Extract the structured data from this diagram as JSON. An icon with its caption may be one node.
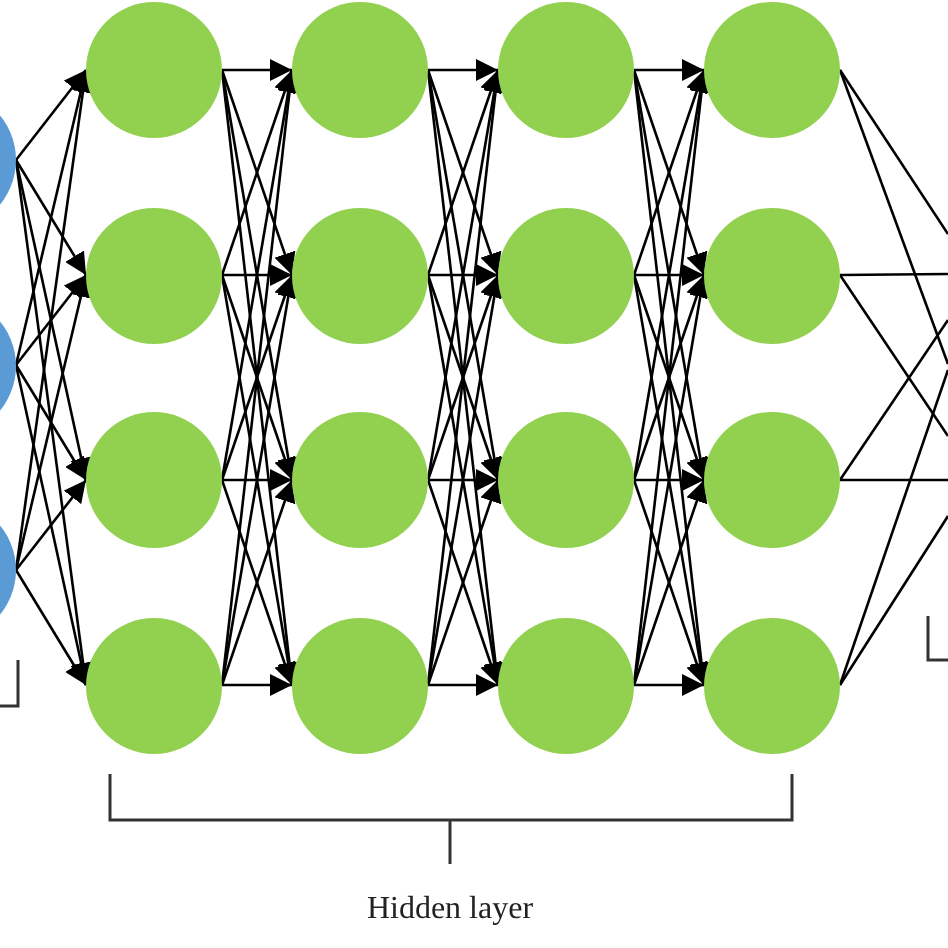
{
  "diagram": {
    "nodes": [
      {
        "text": [],
        "shape": "circle"
      },
      {
        "text": [],
        "shape": "circle"
      },
      {
        "text": [],
        "shape": "circle"
      },
      {
        "text": [],
        "shape": "circle"
      },
      {
        "text": [],
        "shape": "circle"
      },
      {
        "text": [],
        "shape": "circle"
      },
      {
        "text": [],
        "shape": "circle"
      },
      {
        "text": [],
        "shape": "circle"
      },
      {
        "text": [],
        "shape": "circle"
      },
      {
        "text": [],
        "shape": "circle"
      },
      {
        "text": [],
        "shape": "circle"
      },
      {
        "text": [],
        "shape": "circle"
      },
      {
        "text": [],
        "shape": "circle"
      },
      {
        "text": [],
        "shape": "circle"
      },
      {
        "text": [],
        "shape": "circle"
      },
      {
        "text": [],
        "shape": "circle"
      },
      {
        "text": [],
        "shape": "circle"
      },
      {
        "text": [],
        "shape": "circle"
      },
      {
        "text": [],
        "shape": "circle"
      }
    ],
    "edges": [
      {
        "from": 0,
        "to": 3,
        "arrow": "to"
      },
      {
        "from": 0,
        "to": 4,
        "arrow": "to"
      },
      {
        "from": 0,
        "to": 5,
        "arrow": "to"
      },
      {
        "from": 0,
        "to": 6,
        "arrow": "to"
      },
      {
        "from": 1,
        "to": 3,
        "arrow": "to"
      },
      {
        "from": 1,
        "to": 4,
        "arrow": "to"
      },
      {
        "from": 1,
        "to": 5,
        "arrow": "to"
      },
      {
        "from": 1,
        "to": 6,
        "arrow": "to"
      },
      {
        "from": 2,
        "to": 3,
        "arrow": "to"
      },
      {
        "from": 2,
        "to": 4,
        "arrow": "to"
      },
      {
        "from": 2,
        "to": 5,
        "arrow": "to"
      },
      {
        "from": 2,
        "to": 6,
        "arrow": "to"
      },
      {
        "from": 3,
        "to": 7,
        "arrow": "to"
      },
      {
        "from": 3,
        "to": 8,
        "arrow": "to"
      },
      {
        "from": 3,
        "to": 9,
        "arrow": "to"
      },
      {
        "from": 3,
        "to": 10,
        "arrow": "to"
      },
      {
        "from": 4,
        "to": 7,
        "arrow": "to"
      },
      {
        "from": 4,
        "to": 8,
        "arrow": "to"
      },
      {
        "from": 4,
        "to": 9,
        "arrow": "to"
      },
      {
        "from": 4,
        "to": 10,
        "arrow": "to"
      },
      {
        "from": 5,
        "to": 7,
        "arrow": "to"
      },
      {
        "from": 5,
        "to": 8,
        "arrow": "to"
      },
      {
        "from": 5,
        "to": 9,
        "arrow": "to"
      },
      {
        "from": 5,
        "to": 10,
        "arrow": "to"
      },
      {
        "from": 6,
        "to": 7,
        "arrow": "to"
      },
      {
        "from": 6,
        "to": 8,
        "arrow": "to"
      },
      {
        "from": 6,
        "to": 9,
        "arrow": "to"
      },
      {
        "from": 6,
        "to": 10,
        "arrow": "to"
      },
      {
        "from": 7,
        "to": 11,
        "arrow": "to"
      },
      {
        "from": 7,
        "to": 12,
        "arrow": "to"
      },
      {
        "from": 7,
        "to": 13,
        "arrow": "to"
      },
      {
        "from": 7,
        "to": 14,
        "arrow": "to"
      },
      {
        "from": 8,
        "to": 11,
        "arrow": "to"
      },
      {
        "from": 8,
        "to": 12,
        "arrow": "to"
      },
      {
        "from": 8,
        "to": 13,
        "arrow": "to"
      },
      {
        "from": 8,
        "to": 14,
        "arrow": "to"
      },
      {
        "from": 9,
        "to": 11,
        "arrow": "to"
      },
      {
        "from": 9,
        "to": 12,
        "arrow": "to"
      },
      {
        "from": 9,
        "to": 13,
        "arrow": "to"
      },
      {
        "from": 9,
        "to": 14,
        "arrow": "to"
      },
      {
        "from": 10,
        "to": 11,
        "arrow": "to"
      },
      {
        "from": 10,
        "to": 12,
        "arrow": "to"
      },
      {
        "from": 10,
        "to": 13,
        "arrow": "to"
      },
      {
        "from": 10,
        "to": 14,
        "arrow": "to"
      },
      {
        "from": 11,
        "to": 15,
        "arrow": "to"
      },
      {
        "from": 11,
        "to": 16,
        "arrow": "to"
      },
      {
        "from": 11,
        "to": 17,
        "arrow": "to"
      },
      {
        "from": 11,
        "to": 18,
        "arrow": "to"
      },
      {
        "from": 12,
        "to": 15,
        "arrow": "to"
      },
      {
        "from": 12,
        "to": 16,
        "arrow": "to"
      },
      {
        "from": 12,
        "to": 17,
        "arrow": "to"
      },
      {
        "from": 12,
        "to": 18,
        "arrow": "to"
      },
      {
        "from": 13,
        "to": 15,
        "arrow": "to"
      },
      {
        "from": 13,
        "to": 16,
        "arrow": "to"
      },
      {
        "from": 13,
        "to": 17,
        "arrow": "to"
      },
      {
        "from": 13,
        "to": 18,
        "arrow": "to"
      },
      {
        "from": 14,
        "to": 15,
        "arrow": "to"
      },
      {
        "from": 14,
        "to": 16,
        "arrow": "to"
      },
      {
        "from": 14,
        "to": 17,
        "arrow": "to"
      },
      {
        "from": 14,
        "to": 18,
        "arrow": "to"
      },
      {
        "from": 15,
        "to": null,
        "arrow": "none"
      },
      {
        "from": 15,
        "to": null,
        "arrow": "none"
      },
      {
        "from": 16,
        "to": null,
        "arrow": "none"
      },
      {
        "from": 16,
        "to": null,
        "arrow": "none"
      },
      {
        "from": 17,
        "to": null,
        "arrow": "none"
      },
      {
        "from": 17,
        "to": null,
        "arrow": "none"
      },
      {
        "from": 18,
        "to": null,
        "arrow": "none"
      },
      {
        "from": 18,
        "to": null,
        "arrow": "none"
      }
    ],
    "labels": [
      "Hidden layer"
    ]
  }
}
